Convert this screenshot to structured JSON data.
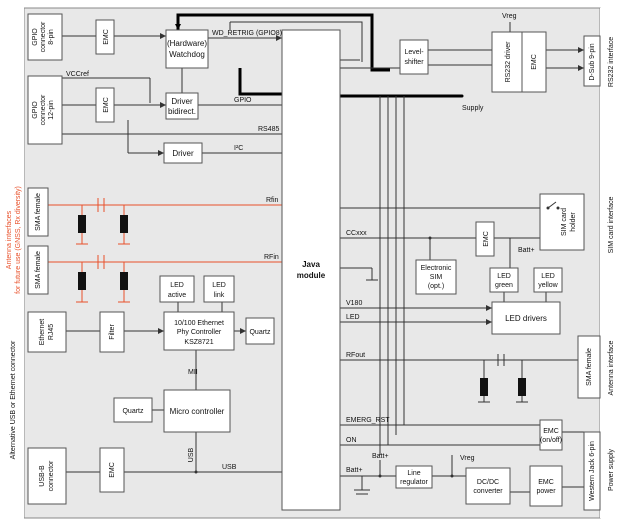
{
  "connectors": {
    "gpio8": [
      "GPIO",
      "connector",
      "8-pin"
    ],
    "gpio12": [
      "GPIO",
      "connector",
      "12-pin"
    ],
    "sma1": "SMA female",
    "sma2": "SMA female",
    "ethernet": [
      "Ethernet",
      "RJ45"
    ],
    "usb": [
      "USB-B",
      "connector"
    ],
    "dsub": "D-Sub 9-pin",
    "sim_holder": [
      "SIM card",
      "holder"
    ],
    "sma_right": "SMA female",
    "western_jack": "Western Jack 6-pin"
  },
  "blocks": {
    "emc": "EMC",
    "watchdog": [
      "(Hardware)",
      "Watchdog"
    ],
    "driver_bidirect": [
      "Driver",
      "bidirect."
    ],
    "driver": "Driver",
    "java": [
      "Java",
      "module"
    ],
    "level_shifter": [
      "Level-",
      "shifter"
    ],
    "rs232_driver": "RS232 driver",
    "led_active": [
      "LED",
      "active"
    ],
    "led_link": [
      "LED",
      "link"
    ],
    "eth_phy": [
      "10/100 Ethernet",
      "Phy Controller",
      "KSZ8721"
    ],
    "quartz": "Quartz",
    "filter": "Filter",
    "micro": "Micro controller",
    "esim": [
      "Electronic",
      "SIM",
      "(opt.)"
    ],
    "led_green": [
      "LED",
      "green"
    ],
    "led_yellow": [
      "LED",
      "yellow"
    ],
    "led_drivers": "LED drivers",
    "emc_onoff": [
      "EMC",
      "(on/off)"
    ],
    "line_regulator": [
      "Line",
      "regulator"
    ],
    "dcdc": [
      "DC/DC",
      "converter"
    ],
    "emc_power": [
      "EMC",
      "power"
    ]
  },
  "signals": {
    "wd_retrig": "WD_RETRIG (GPIO8)",
    "vccref": "VCCref",
    "gpio": "GPIO",
    "rs485": "RS485",
    "i2c": "I²C",
    "rfin1": "Rfin",
    "rfin2": "RFin",
    "mii": "MII",
    "usb_v": "USB",
    "usb_h": "USB",
    "supply": "Supply",
    "vreg_top": "Vreg",
    "ccxxx": "CCxxx",
    "batt_top": "Batt+",
    "v180": "V180",
    "led": "LED",
    "rfout": "RFout",
    "emerg_rst": "EMERG_RST",
    "on": "ON",
    "batt1": "Batt+",
    "batt2": "Batt+",
    "vreg_bottom": "Vreg"
  },
  "side_labels": {
    "antenna_interfaces": [
      "Antenna interfaces",
      "for future use (GNSS, Rx diversity)"
    ],
    "alt_usb_eth": "Alternative USB or Ethernet connector",
    "rs232_interface": "RS232 interface",
    "sim_interface": "SIM card interface",
    "antenna_interface": "Antenna interface",
    "power_supply": "Power supply"
  }
}
